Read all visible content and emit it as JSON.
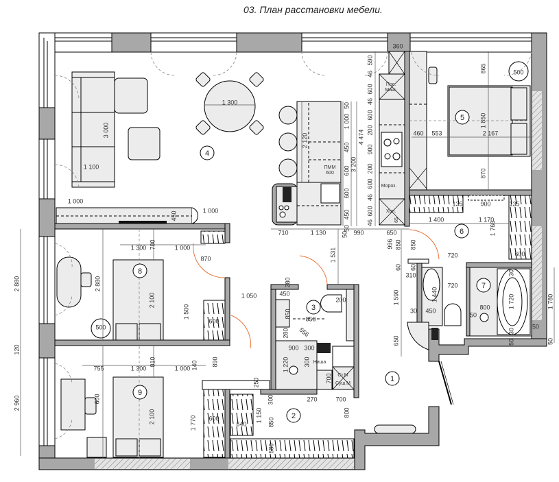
{
  "title": "03. План расстановки мебели.",
  "rooms": [
    "1",
    "2",
    "3",
    "4",
    "5",
    "6",
    "7",
    "8",
    "9"
  ],
  "labels": {
    "dishwasher_1": "Пос.",
    "dishwasher_2": "Маш.",
    "freezer": "Мороз.",
    "fridge": "Хол.",
    "fridge_dim": "65",
    "pmm_1": "ПММ",
    "pmm_2": "600",
    "niche": "Ниша",
    "washer": "Ст.М",
    "dryer": "Суш.М"
  },
  "dimensions": [
    "360",
    "590",
    "46",
    "600",
    "46",
    "600",
    "200",
    "900",
    "200",
    "600",
    "46",
    "600",
    "46",
    "4 474",
    "3 200",
    "50",
    "1 000",
    "450",
    "600",
    "600",
    "450",
    "50",
    "2 120",
    "710",
    "1 130",
    "50",
    "990",
    "650",
    "460",
    "553",
    "2 167",
    "865",
    "500",
    "1 850",
    "870",
    "135",
    "900",
    "135",
    "1 400",
    "1 170",
    "1 766",
    "996",
    "850",
    "850",
    "720",
    "600",
    "60",
    "60",
    "310",
    "720",
    "1 440",
    "30",
    "450",
    "1 590",
    "650",
    "1 531",
    "280",
    "450",
    "200",
    "850",
    "850",
    "556",
    "280",
    "900",
    "300",
    "300",
    "1 220",
    "700",
    "270",
    "700",
    "800",
    "800",
    "50",
    "1 720",
    "30",
    "30",
    "50",
    "50",
    "1 780",
    "50",
    "1 000",
    "450",
    "1 000",
    "2 880",
    "2 880",
    "1 300",
    "780",
    "1 000",
    "870",
    "2 100",
    "1 500",
    "1 050",
    "500",
    "600",
    "120",
    "2 960",
    "755",
    "1 300",
    "810",
    "1 000",
    "140",
    "890",
    "2 100",
    "600",
    "1 770",
    "250",
    "600",
    "640",
    "300",
    "1 150",
    "850",
    "580",
    "1 300",
    "3 000",
    "1 100"
  ],
  "colors": {
    "wall": "#a8a8a8",
    "furniture": "#ececec",
    "door_swing": "#e8743b"
  }
}
